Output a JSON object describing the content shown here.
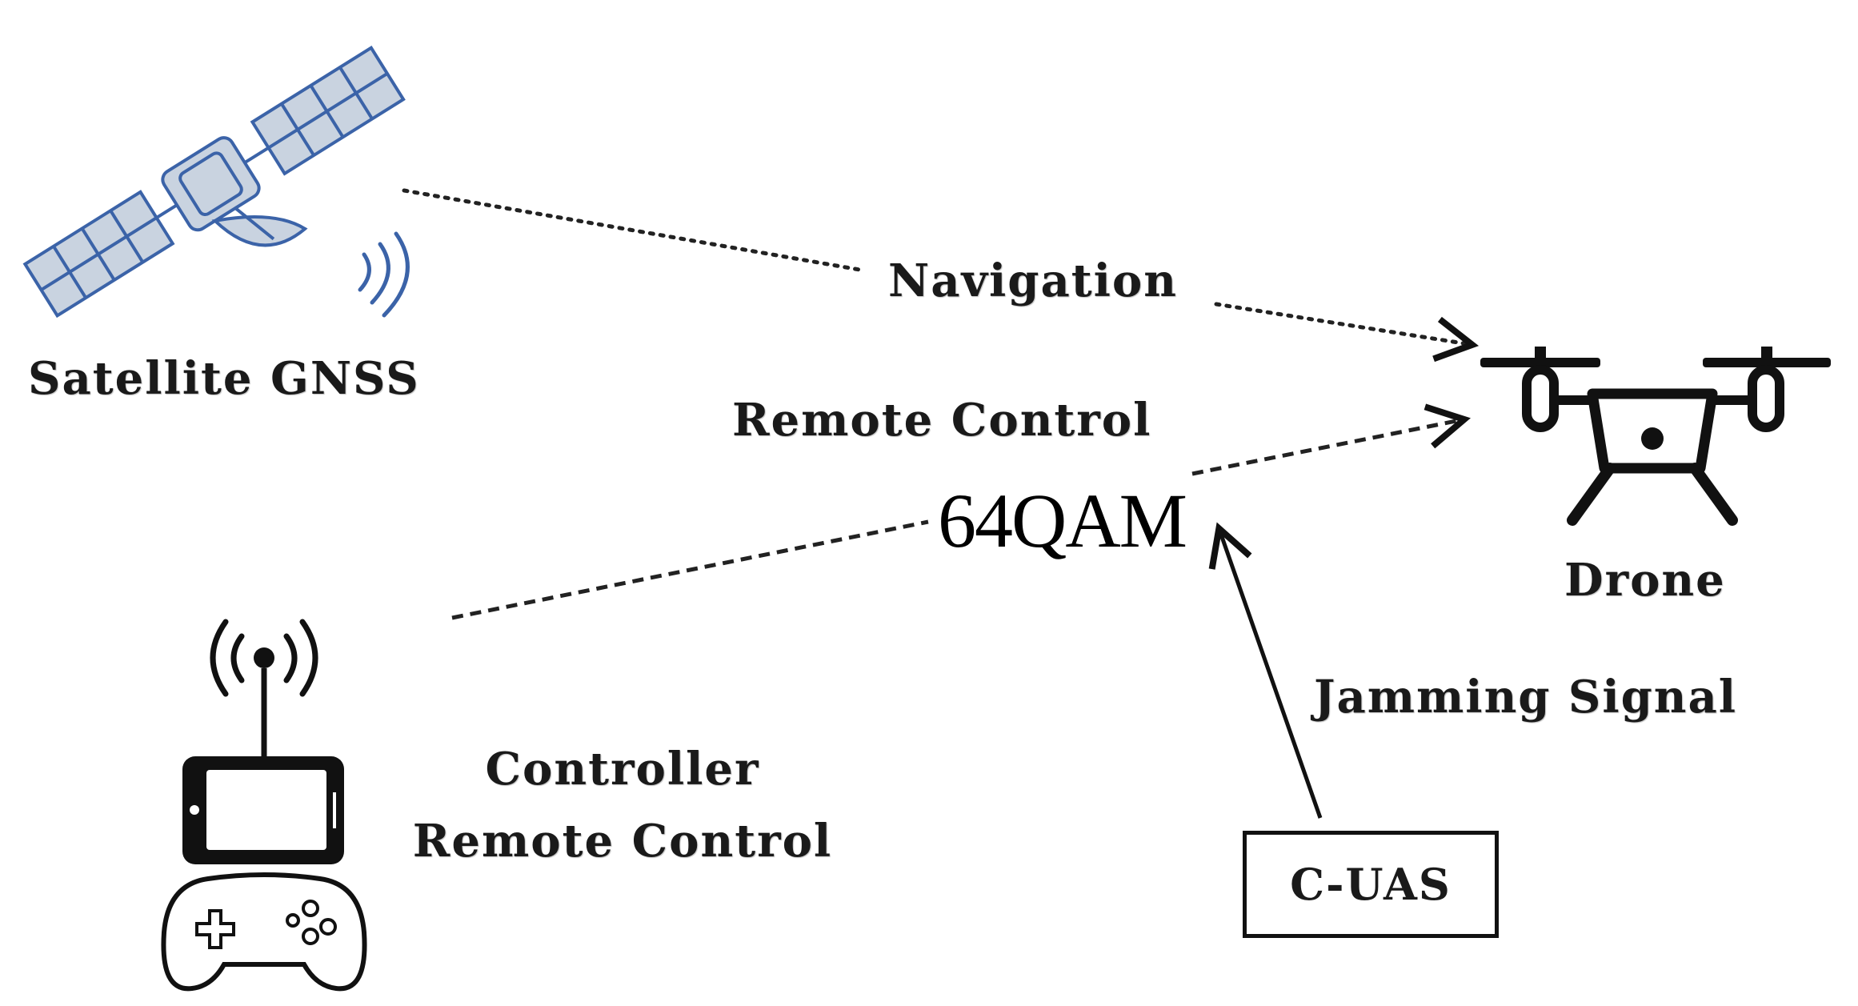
{
  "labels": {
    "satellite": "Satellite GNSS",
    "navigation": "Navigation",
    "remote_control_link": "Remote Control",
    "modulation": "64QAM",
    "drone": "Drone",
    "jamming": "Jamming Signal",
    "controller_line1": "Controller",
    "controller_line2": "Remote Control",
    "cuas": "C-UAS"
  },
  "colors": {
    "satellite_fill": "#c9d3e0",
    "satellite_stroke": "#3b63a8",
    "ink": "#111111"
  },
  "icons": {
    "satellite": "satellite-icon",
    "drone": "drone-icon",
    "controller": "remote-controller-icon"
  }
}
